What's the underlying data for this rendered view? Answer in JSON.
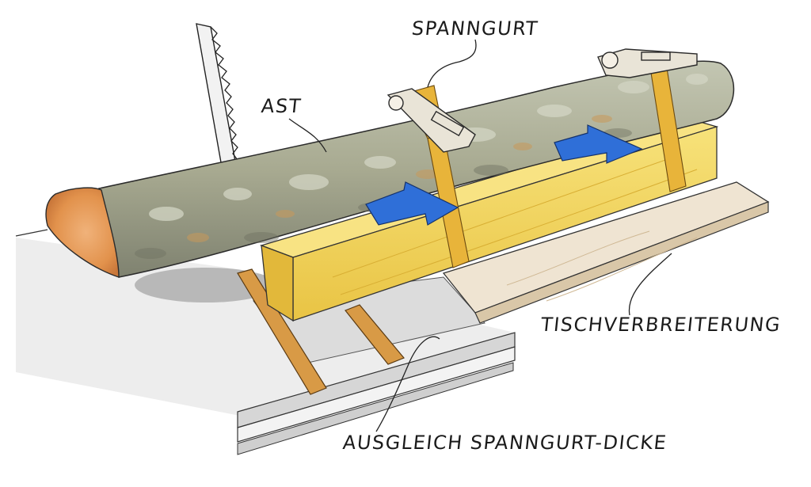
{
  "labels": {
    "spanngurt": "SPANNGURT",
    "ast": "AST",
    "tischverbreiterung": "TISCHVERBREITERUNG",
    "ausgleich": "AUSGLEICH SPANNGURT-DICKE"
  },
  "colors": {
    "bark": "#a9aa93",
    "wood_face": "#f3d35a",
    "strap": "#e8b43a",
    "arrow": "#2f6fd8",
    "board": "#efe5d4",
    "table": "#e6e6e6",
    "slat": "#d79a45",
    "cut_end": "#e79c50"
  },
  "icons": [
    "saw-blade",
    "ratchet-strap",
    "push-arrow"
  ]
}
